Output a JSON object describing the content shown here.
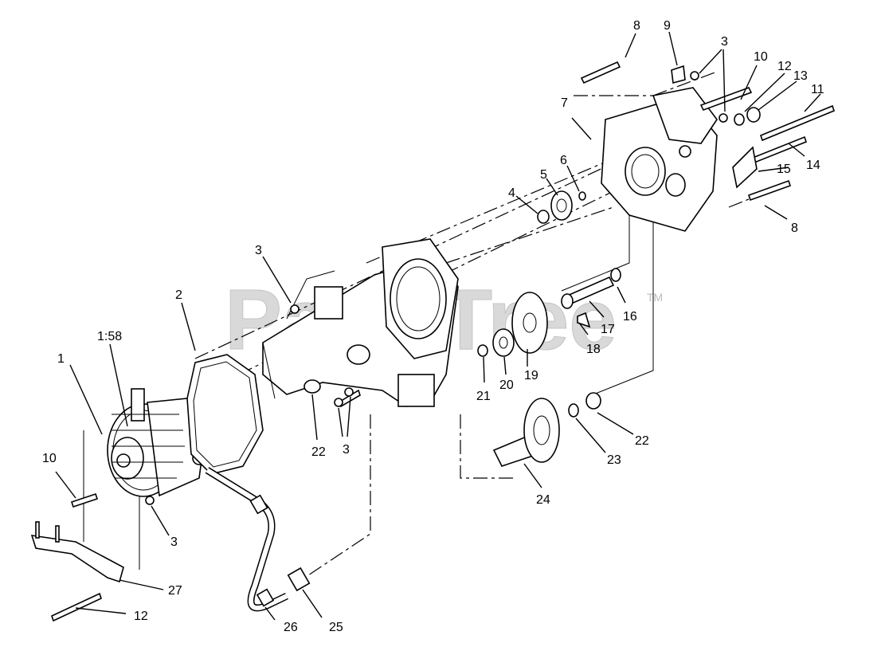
{
  "watermark": {
    "text": "PartsTree",
    "trademark": "TM"
  },
  "callouts": [
    {
      "id": "c-1",
      "text": "1"
    },
    {
      "id": "c-158",
      "text": "1:58"
    },
    {
      "id": "c-2",
      "text": "2"
    },
    {
      "id": "c-3a",
      "text": "3"
    },
    {
      "id": "c-3b",
      "text": "3"
    },
    {
      "id": "c-3c",
      "text": "3"
    },
    {
      "id": "c-3d",
      "text": "3"
    },
    {
      "id": "c-4",
      "text": "4"
    },
    {
      "id": "c-5",
      "text": "5"
    },
    {
      "id": "c-6",
      "text": "6"
    },
    {
      "id": "c-7",
      "text": "7"
    },
    {
      "id": "c-8a",
      "text": "8"
    },
    {
      "id": "c-8b",
      "text": "8"
    },
    {
      "id": "c-9",
      "text": "9"
    },
    {
      "id": "c-10a",
      "text": "10"
    },
    {
      "id": "c-10b",
      "text": "10"
    },
    {
      "id": "c-11",
      "text": "11"
    },
    {
      "id": "c-12a",
      "text": "12"
    },
    {
      "id": "c-12b",
      "text": "12"
    },
    {
      "id": "c-13",
      "text": "13"
    },
    {
      "id": "c-14",
      "text": "14"
    },
    {
      "id": "c-15",
      "text": "15"
    },
    {
      "id": "c-16",
      "text": "16"
    },
    {
      "id": "c-17",
      "text": "17"
    },
    {
      "id": "c-18",
      "text": "18"
    },
    {
      "id": "c-19",
      "text": "19"
    },
    {
      "id": "c-20",
      "text": "20"
    },
    {
      "id": "c-21",
      "text": "21"
    },
    {
      "id": "c-22a",
      "text": "22"
    },
    {
      "id": "c-22b",
      "text": "22"
    },
    {
      "id": "c-23",
      "text": "23"
    },
    {
      "id": "c-24",
      "text": "24"
    },
    {
      "id": "c-25",
      "text": "25"
    },
    {
      "id": "c-26",
      "text": "26"
    },
    {
      "id": "c-27",
      "text": "27"
    }
  ]
}
